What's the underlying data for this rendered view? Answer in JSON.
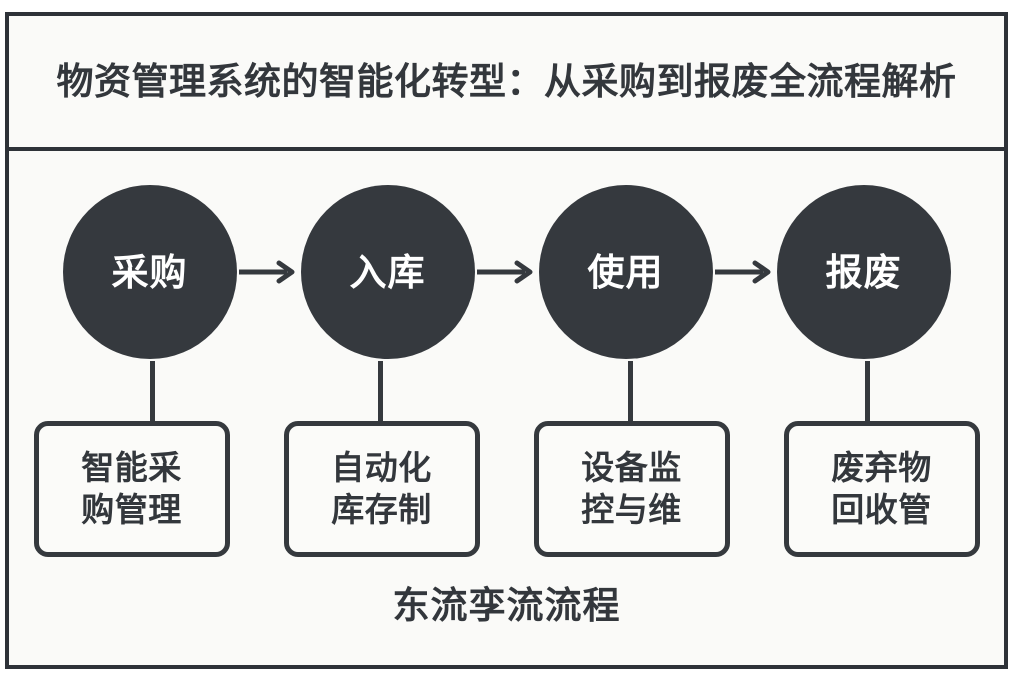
{
  "diagram": {
    "title": "物资管理系统的智能化转型：从采购到报废全流程解析",
    "caption": "东流孪流流程",
    "colors": {
      "frame_border": "#2e3238",
      "node_fill": "#35393e",
      "node_text": "#ffffff",
      "body_text": "#33373c",
      "background": "#fafaf8",
      "box_fill": "#fbfbf9"
    },
    "stages": [
      {
        "circle_label": "采购",
        "box_label": "智能采购管理",
        "arrow_icon": "arrow-right-icon"
      },
      {
        "circle_label": "入库",
        "box_label": "自动化库存制",
        "arrow_icon": "arrow-right-icon"
      },
      {
        "circle_label": "使用",
        "box_label": "设备监控与维",
        "arrow_icon": "arrow-right-icon"
      },
      {
        "circle_label": "报废",
        "box_label": "废弃物回收管",
        "arrow_icon": ""
      }
    ]
  }
}
